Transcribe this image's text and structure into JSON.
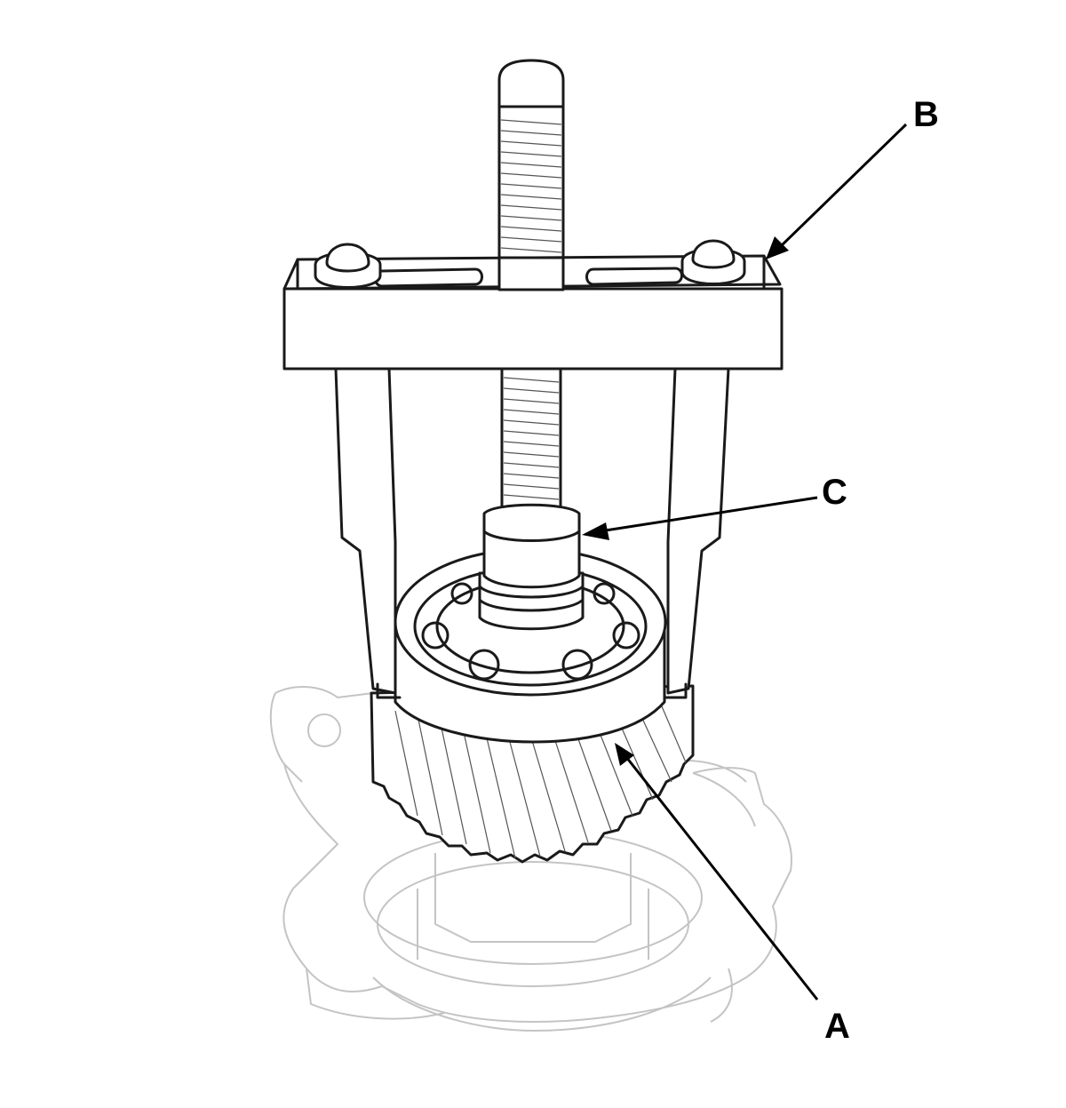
{
  "callouts": {
    "a": "A",
    "b": "B",
    "c": "C"
  },
  "colors": {
    "ink": "#1a1a1a",
    "ghost_parts": "#c4c4c4",
    "background": "#ffffff"
  }
}
